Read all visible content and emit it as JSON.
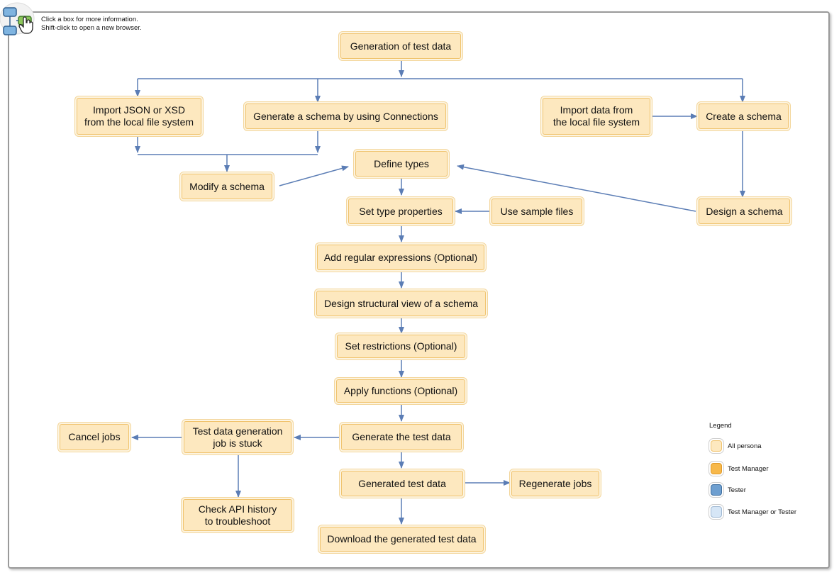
{
  "header": {
    "hint_line1": "Click a box for more information.",
    "hint_line2": "Shift-click to open a new browser."
  },
  "icons": {
    "help": "flowchart-hand-pointer-icon"
  },
  "colors": {
    "box_fill": "#fde8bf",
    "box_border": "#f0c36e",
    "arrow": "#5b7db5",
    "frame": "#9a9a9a"
  },
  "nodes": {
    "generation": {
      "lines": [
        "Generation of test data"
      ]
    },
    "import_json": {
      "lines": [
        "Import JSON or XSD",
        "from the local file system"
      ]
    },
    "gen_schema_conn": {
      "lines": [
        "Generate a schema by using Connections"
      ]
    },
    "import_data": {
      "lines": [
        "Import data from",
        "the local file system"
      ]
    },
    "create_schema": {
      "lines": [
        "Create a schema"
      ]
    },
    "define_types": {
      "lines": [
        "Define types"
      ]
    },
    "modify_schema": {
      "lines": [
        "Modify a schema"
      ]
    },
    "design_schema": {
      "lines": [
        "Design a schema"
      ]
    },
    "set_type_props": {
      "lines": [
        "Set type properties"
      ]
    },
    "use_sample": {
      "lines": [
        "Use sample files"
      ]
    },
    "add_regex": {
      "lines": [
        "Add regular expressions (Optional)"
      ]
    },
    "design_struct": {
      "lines": [
        "Design structural view of a schema"
      ]
    },
    "set_restrictions": {
      "lines": [
        "Set restrictions (Optional)"
      ]
    },
    "apply_functions": {
      "lines": [
        "Apply functions (Optional)"
      ]
    },
    "generate_test_data": {
      "lines": [
        "Generate the test data"
      ]
    },
    "job_stuck": {
      "lines": [
        "Test data generation",
        "job is stuck"
      ]
    },
    "cancel_jobs": {
      "lines": [
        "Cancel jobs"
      ]
    },
    "check_api": {
      "lines": [
        "Check API history",
        "to troubleshoot"
      ]
    },
    "generated_test_data": {
      "lines": [
        "Generated test data"
      ]
    },
    "regenerate_jobs": {
      "lines": [
        "Regenerate jobs"
      ]
    },
    "download": {
      "lines": [
        "Download the generated test data"
      ]
    }
  },
  "legend": {
    "title": "Legend",
    "items": [
      {
        "label": "All persona",
        "fill": "#fde8bf",
        "border": "#f0c36e"
      },
      {
        "label": "Test Manager",
        "fill": "#f7b84a",
        "border": "#e09a2a"
      },
      {
        "label": "Tester",
        "fill": "#6e9fd0",
        "border": "#3f6e9e"
      },
      {
        "label": "Test Manager or Tester",
        "fill": "#d6e6f6",
        "border": "#9fb8d2"
      }
    ]
  }
}
